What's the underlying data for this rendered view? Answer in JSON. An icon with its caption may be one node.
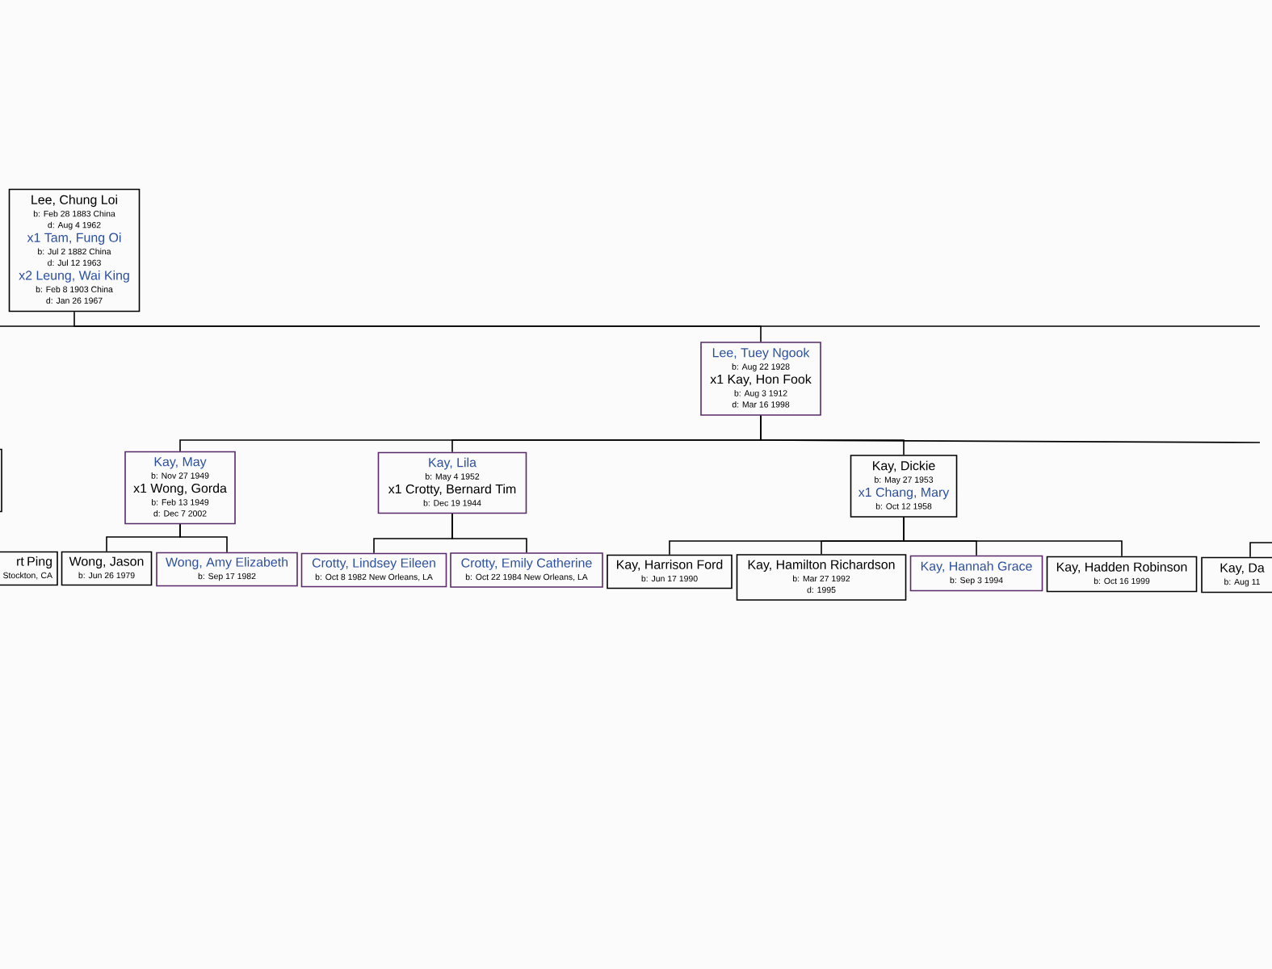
{
  "diagram": {
    "nodes": [
      {
        "text": [
          "Lee, Chung Loi",
          "b: Feb 28 1883 China",
          "d: Aug 4 1962",
          "x1 Tam, Fung Oi",
          "b: Jul 2 1882 China",
          "d: Jul 12 1963",
          "x2 Leung, Wai King",
          "b: Feb 8 1903 China",
          "d: Jan 26 1967"
        ]
      },
      {
        "text": [
          "Lee, Tuey Ngook",
          "b: Aug 22 1928",
          "x1 Kay, Hon Fook",
          "b: Aug 3 1912",
          "d: Mar 16 1998"
        ]
      },
      {
        "text": [],
        "shape": "box"
      },
      {
        "text": [
          "Kay, May",
          "b: Nov 27 1949",
          "x1 Wong, Gorda",
          "b: Feb 13 1949",
          "d: Dec 7 2002"
        ]
      },
      {
        "text": [
          "Kay, Lila",
          "b: May 4 1952",
          "x1 Crotty, Bernard Tim",
          "b: Dec 19 1944"
        ]
      },
      {
        "text": [
          "Kay, Dickie",
          "b: May 27 1953",
          "x1 Chang, Mary",
          "b: Oct 12 1958"
        ]
      },
      {
        "text": [
          "rt Ping",
          "Stockton, CA"
        ]
      },
      {
        "text": [
          "Wong, Jason",
          "b: Jun 26 1979"
        ]
      },
      {
        "text": [
          "Wong, Amy Elizabeth",
          "b: Sep 17 1982"
        ]
      },
      {
        "text": [
          "Crotty, Lindsey Eileen",
          "b: Oct 8 1982 New Orleans, LA"
        ]
      },
      {
        "text": [
          "Crotty, Emily Catherine",
          "b: Oct 22 1984 New Orleans, LA"
        ]
      },
      {
        "text": [
          "Kay, Harrison Ford",
          "b: Jun 17 1990"
        ]
      },
      {
        "text": [
          "Kay, Hamilton Richardson",
          "b: Mar 27 1992",
          "d: 1995"
        ]
      },
      {
        "text": [
          "Kay, Hannah Grace",
          "b: Sep 3 1994"
        ]
      },
      {
        "text": [
          "Kay, Hadden Robinson",
          "b: Oct 16 1999"
        ]
      },
      {
        "text": [
          "Kay, Da",
          "b: Aug 11"
        ]
      }
    ],
    "edges": [
      {
        "from": 0,
        "to": 1,
        "arrow": "none"
      },
      {
        "from": 1,
        "to": 3,
        "arrow": "none"
      },
      {
        "from": 1,
        "to": 4,
        "arrow": "none"
      },
      {
        "from": 1,
        "to": 5,
        "arrow": "none"
      },
      {
        "from": 3,
        "to": 7,
        "arrow": "none"
      },
      {
        "from": 3,
        "to": 8,
        "arrow": "none"
      },
      {
        "from": 4,
        "to": 9,
        "arrow": "none"
      },
      {
        "from": 4,
        "to": 10,
        "arrow": "none"
      },
      {
        "from": 5,
        "to": 11,
        "arrow": "none"
      },
      {
        "from": 5,
        "to": 12,
        "arrow": "none"
      },
      {
        "from": 5,
        "to": 13,
        "arrow": "none"
      },
      {
        "from": 5,
        "to": 14,
        "arrow": "none"
      },
      {
        "from": null,
        "to": 15,
        "arrow": "none"
      }
    ]
  }
}
